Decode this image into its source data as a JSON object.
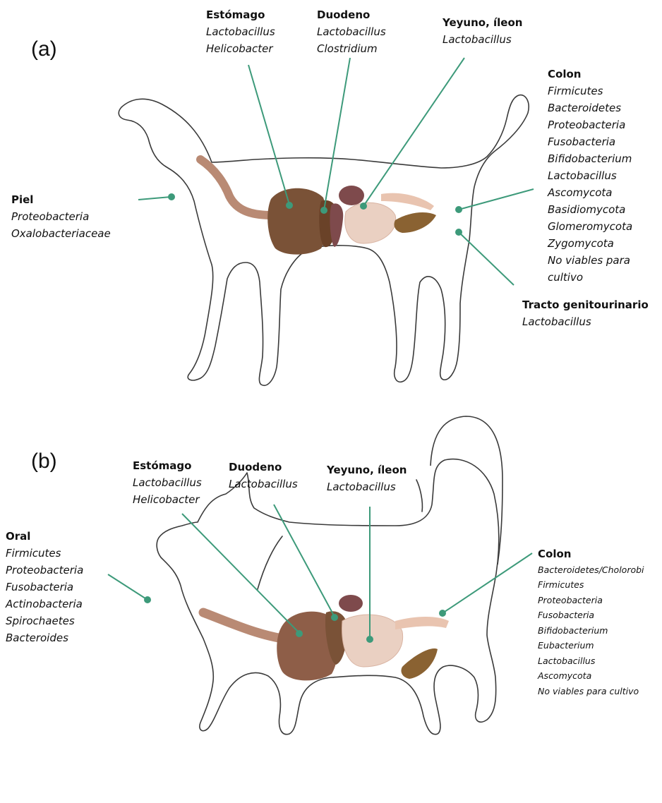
{
  "panel_a": {
    "label": "(a)",
    "estomago": {
      "title": "Estómago",
      "items": [
        "Lactobacillus",
        "Helicobacter"
      ]
    },
    "duodeno": {
      "title": "Duodeno",
      "items": [
        "Lactobacillus",
        "Clostridium"
      ]
    },
    "yeyuno": {
      "title": "Yeyuno, íleon",
      "items": [
        "Lactobacillus"
      ]
    },
    "colon": {
      "title": "Colon",
      "items": [
        "Firmicutes",
        "Bacteroidetes",
        "Proteobacteria",
        "Fusobacteria",
        "Bifidobacterium",
        "Lactobacillus",
        "Ascomycota",
        "Basidiomycota",
        "Glomeromycota",
        "Zygomycota",
        "No viables para",
        "cultivo"
      ]
    },
    "piel": {
      "title": "Piel",
      "items": [
        "Proteobacteria",
        "Oxalobacteriaceae"
      ]
    },
    "tracto": {
      "title": "Tracto genitourinario",
      "items": [
        "Lactobacillus"
      ]
    }
  },
  "panel_b": {
    "label": "(b)",
    "estomago": {
      "title": "Estómago",
      "items": [
        "Lactobacillus",
        "Helicobacter"
      ]
    },
    "duodeno": {
      "title": "Duodeno",
      "items": [
        "Lactobacillus"
      ]
    },
    "yeyuno": {
      "title": "Yeyuno, íleon",
      "items": [
        "Lactobacillus"
      ]
    },
    "oral": {
      "title": "Oral",
      "items": [
        "Firmicutes",
        "Proteobacteria",
        "Fusobacteria",
        "Actinobacteria",
        "Spirochaetes",
        "Bacteroides"
      ]
    },
    "colon": {
      "title": "Colon",
      "items": [
        "Bacteroidetes/Cholorobi",
        "Firmicutes",
        "Proteobacteria",
        "Fusobacteria",
        "Bifidobacterium",
        "Eubacterium",
        "Lactobacillus",
        "Ascomycota",
        "No viables para cultivo"
      ]
    }
  },
  "colors": {
    "leader": "#3d9a7a",
    "outline": "#3a3a3a",
    "stomach": "#7a5237",
    "esophagus": "#b98a74",
    "liver": "#7e4a4c",
    "intestine": "#ead0c2"
  }
}
